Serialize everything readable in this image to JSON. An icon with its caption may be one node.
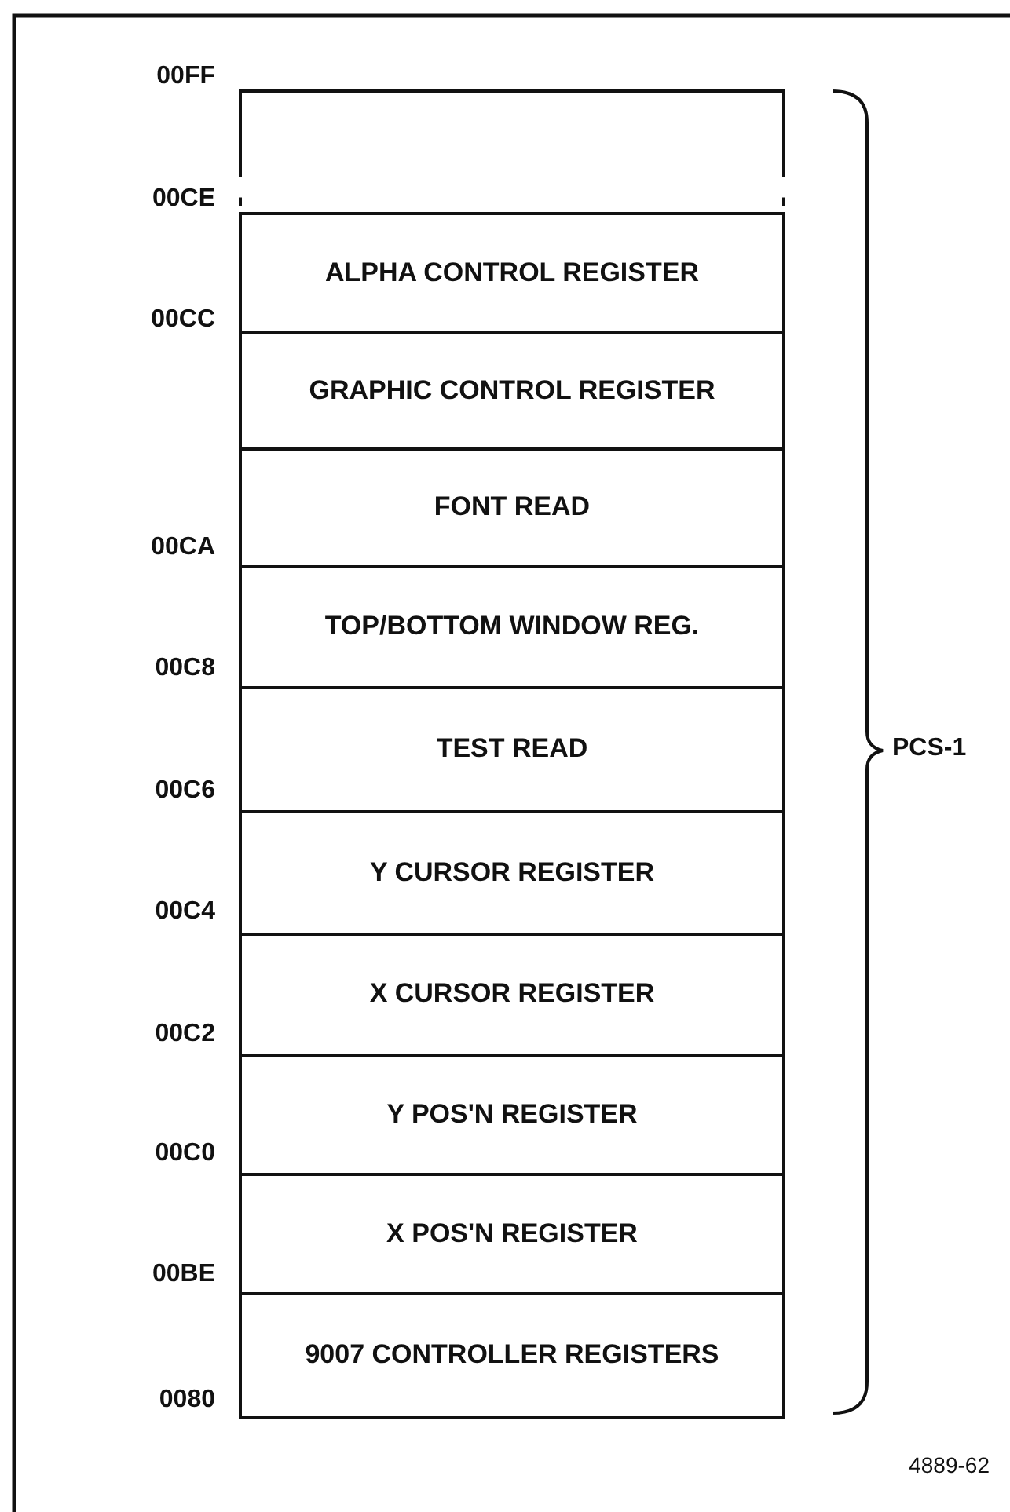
{
  "diagram": {
    "nodes": [
      {
        "text": [],
        "shape": "box"
      },
      {
        "text": [
          "ALPHA CONTROL REGISTER"
        ]
      },
      {
        "text": [
          "GRAPHIC CONTROL REGISTER"
        ]
      },
      {
        "text": [
          "FONT READ"
        ]
      },
      {
        "text": [
          "TOP/BOTTOM WINDOW REG."
        ]
      },
      {
        "text": [
          "TEST READ"
        ]
      },
      {
        "text": [
          "Y CURSOR REGISTER"
        ]
      },
      {
        "text": [
          "X CURSOR REGISTER"
        ]
      },
      {
        "text": [
          "Y POS'N REGISTER"
        ]
      },
      {
        "text": [
          "X POS'N REGISTER"
        ]
      },
      {
        "text": [
          "9007 CONTROLLER REGISTERS"
        ]
      }
    ],
    "labels": [
      "00FF",
      "00CE",
      "00CC",
      "00CA",
      "00C8",
      "00C6",
      "00C4",
      "00C2",
      "00C0",
      "00BE",
      "0080",
      "PCS-1",
      "4889-62"
    ]
  }
}
